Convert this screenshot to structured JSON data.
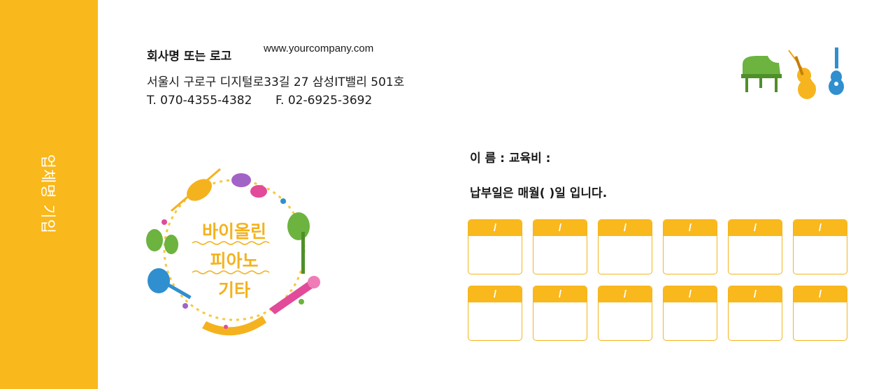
{
  "sidebar": {
    "label": "업체명 기입",
    "color": "#f9b81c"
  },
  "company": {
    "name": "회사명 또는 로고",
    "website": "www.yourcompany.com",
    "address": "서울시 구로구 디지털로33길 27 삼성IT밸리 501호",
    "tel": "T. 070-4355-4382",
    "fax": "F. 02-6925-3692"
  },
  "wreath": {
    "lines": [
      "바이올린",
      "피아노",
      "기타"
    ],
    "text_color": "#f4b21e"
  },
  "info": {
    "name_line": "이 름 : 교육비 :",
    "due_line": "납부일은 매월( )일 입니다."
  },
  "cards": {
    "slash": "/",
    "rows": 2,
    "cols": 6
  },
  "icons": [
    "piano-icon",
    "violin-icon",
    "guitar-icon"
  ]
}
